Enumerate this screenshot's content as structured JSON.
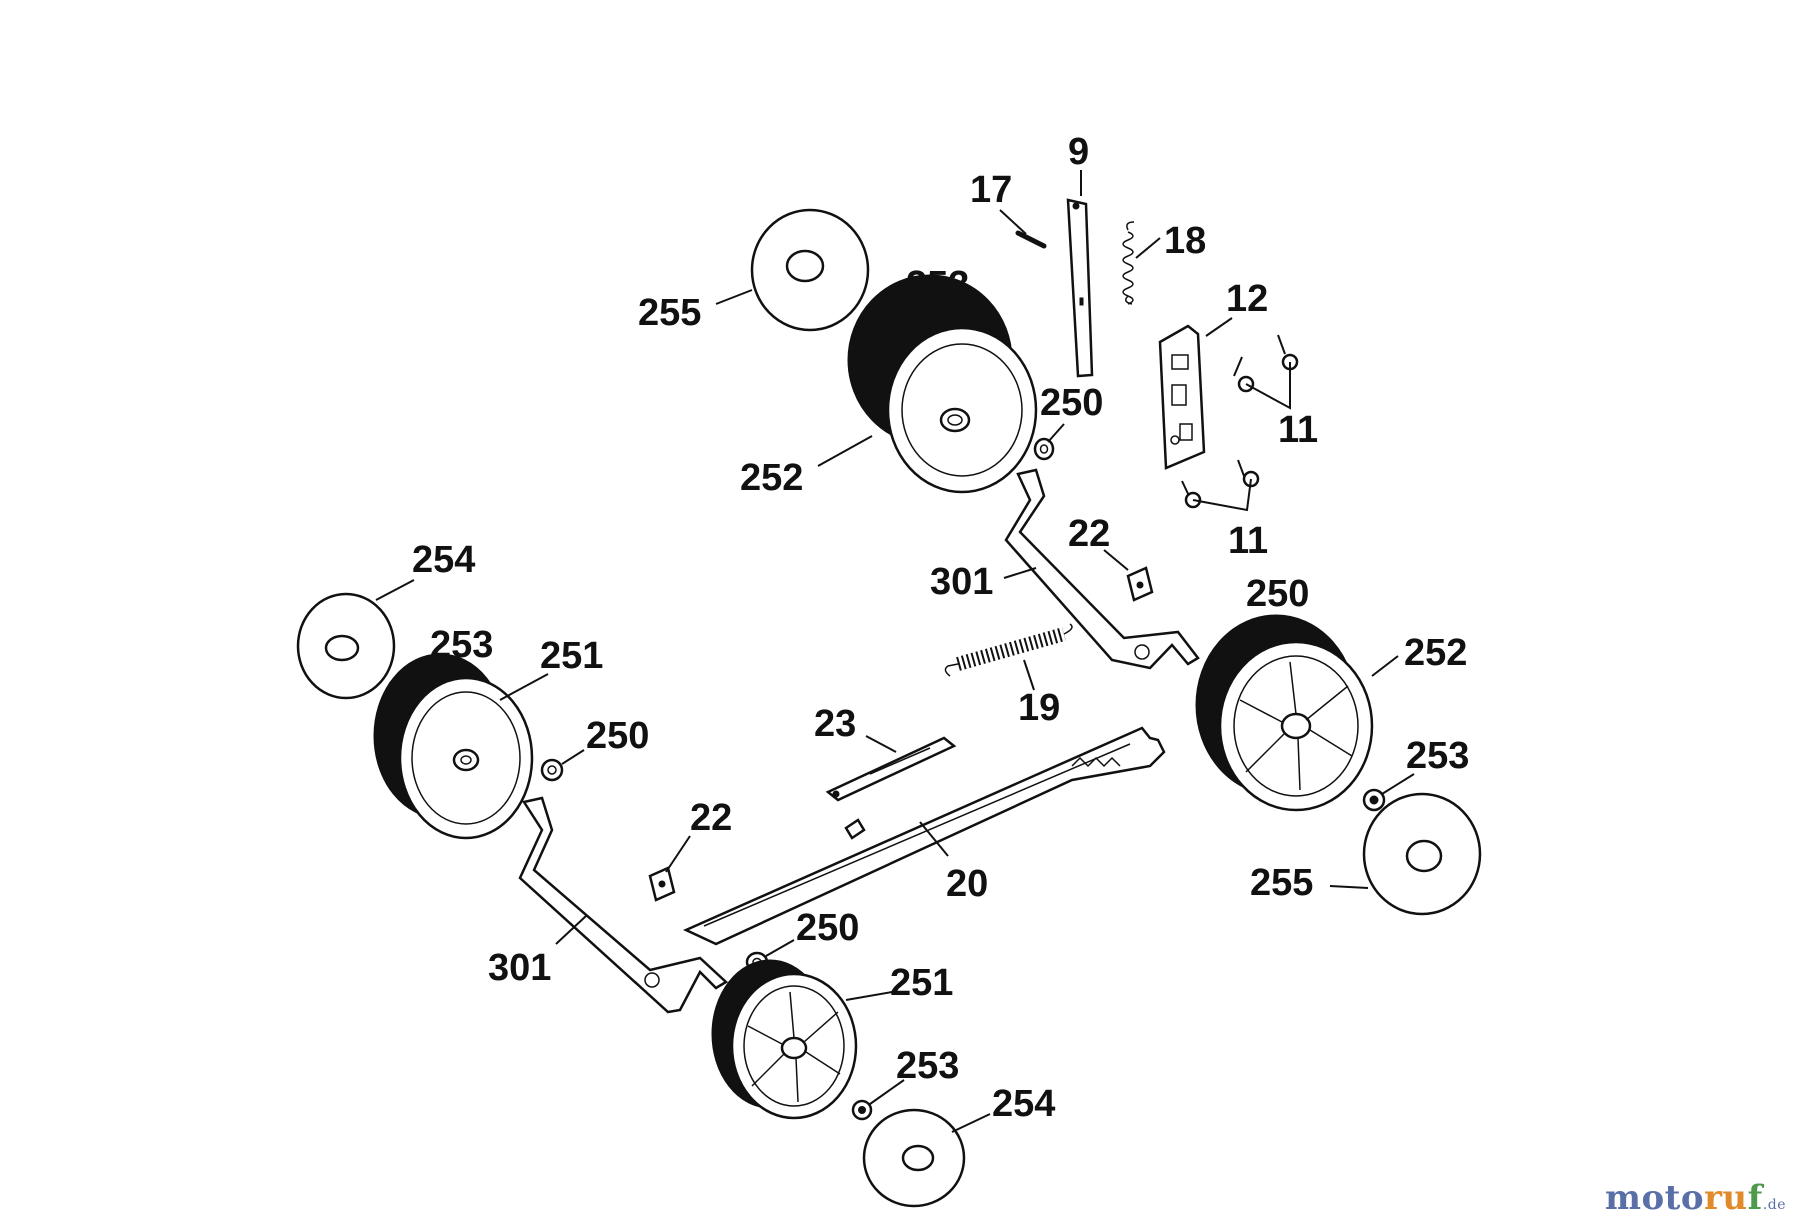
{
  "parts": {
    "p9": "9",
    "p17": "17",
    "p18": "18",
    "p12": "12",
    "p11_upper": "11",
    "p11_lower": "11",
    "p255_top": "255",
    "p253_top": "253",
    "p252_top": "252",
    "p250_top": "250",
    "p22_right": "22",
    "p301_right": "301",
    "p250_right": "250",
    "p252_right": "252",
    "p253_right": "253",
    "p255_right": "255",
    "p254_left": "254",
    "p253_left": "253",
    "p251_left": "251",
    "p250_left": "250",
    "p19": "19",
    "p23": "23",
    "p22_left": "22",
    "p20": "20",
    "p301_left": "301",
    "p250_bottom": "250",
    "p251_bottom": "251",
    "p253_bottom": "253",
    "p254_bottom": "254"
  },
  "watermark": {
    "part1": "moto",
    "part2": "ru",
    "part3": "f",
    "tld": ".de"
  }
}
